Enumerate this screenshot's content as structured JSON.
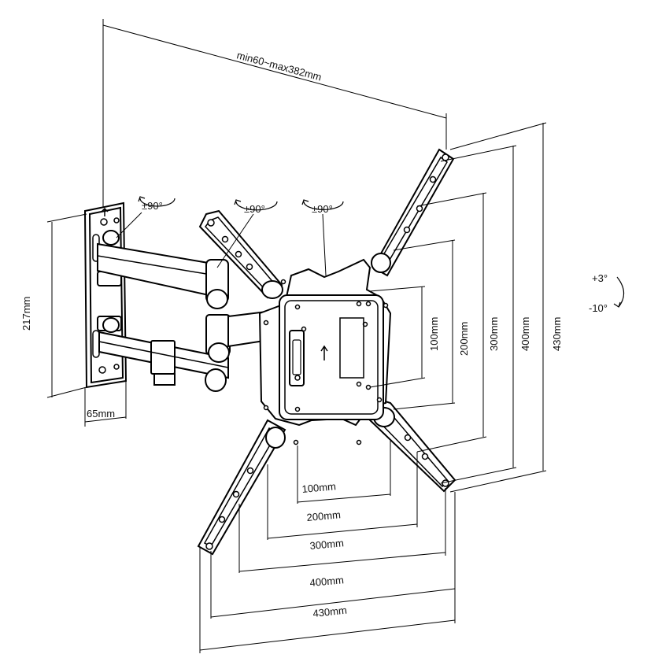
{
  "labels": {
    "extension": "min60~max382mm",
    "swivel_wall": "±90°",
    "swivel_middle": "±90°",
    "swivel_head": "±90°",
    "tilt_up": "+3°",
    "tilt_down": "-10°",
    "wall_height": "217mm",
    "wall_depth": "65mm",
    "v100": "100mm",
    "v200": "200mm",
    "v300": "300mm",
    "v400": "400mm",
    "v430": "430mm",
    "h100": "100mm",
    "h200": "200mm",
    "h300": "300mm",
    "h400": "400mm",
    "h430": "430mm"
  }
}
